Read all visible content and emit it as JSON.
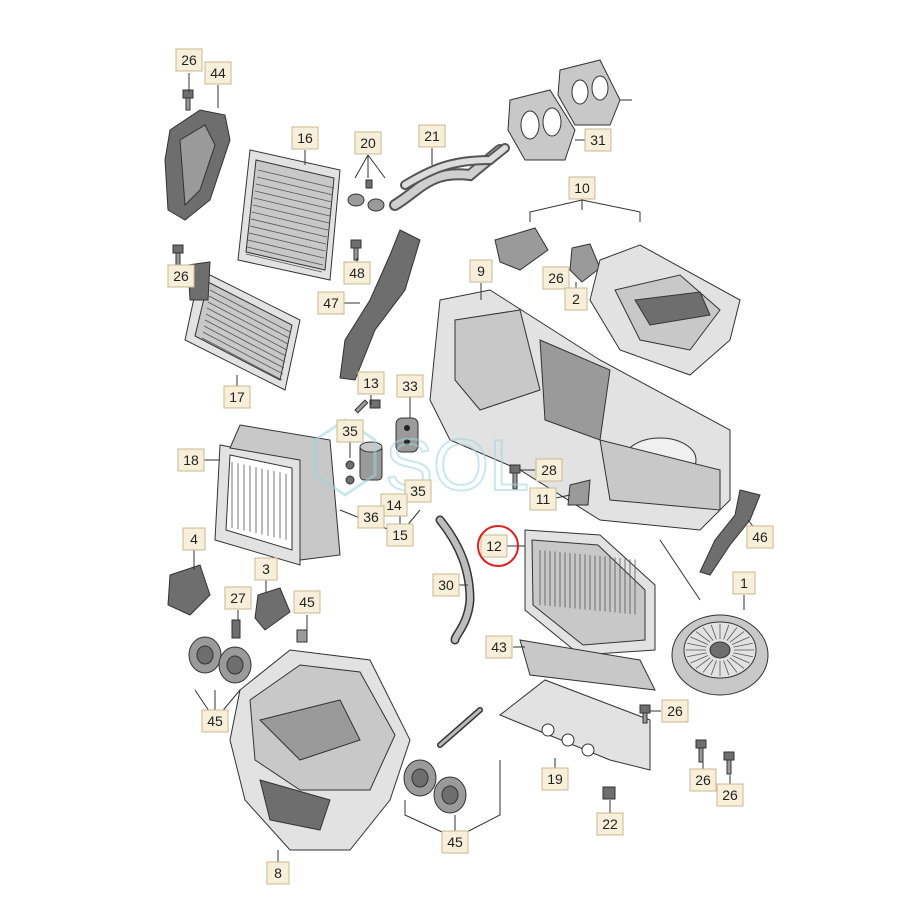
{
  "watermark": "SOL",
  "highlight_color": "#e02020",
  "callouts": {
    "c26a": "26",
    "c44": "44",
    "c16": "16",
    "c20": "20",
    "c21": "21",
    "c31": "31",
    "c10": "10",
    "c26b": "26",
    "c48": "48",
    "c9": "9",
    "c26c": "26",
    "c2": "2",
    "c47": "47",
    "c13": "13",
    "c33": "33",
    "c17": "17",
    "c35a": "35",
    "c18": "18",
    "c28": "28",
    "c11": "11",
    "c35b": "35",
    "c36": "36",
    "c14": "14",
    "c15": "15",
    "c46": "46",
    "c4": "4",
    "c12": "12",
    "c3": "3",
    "c30": "30",
    "c1": "1",
    "c27": "27",
    "c45a": "45",
    "c43": "43",
    "c26d": "26",
    "c45b": "45",
    "c19": "19",
    "c26e": "26",
    "c26f": "26",
    "c8": "8",
    "c22": "22",
    "c45c": "45"
  }
}
